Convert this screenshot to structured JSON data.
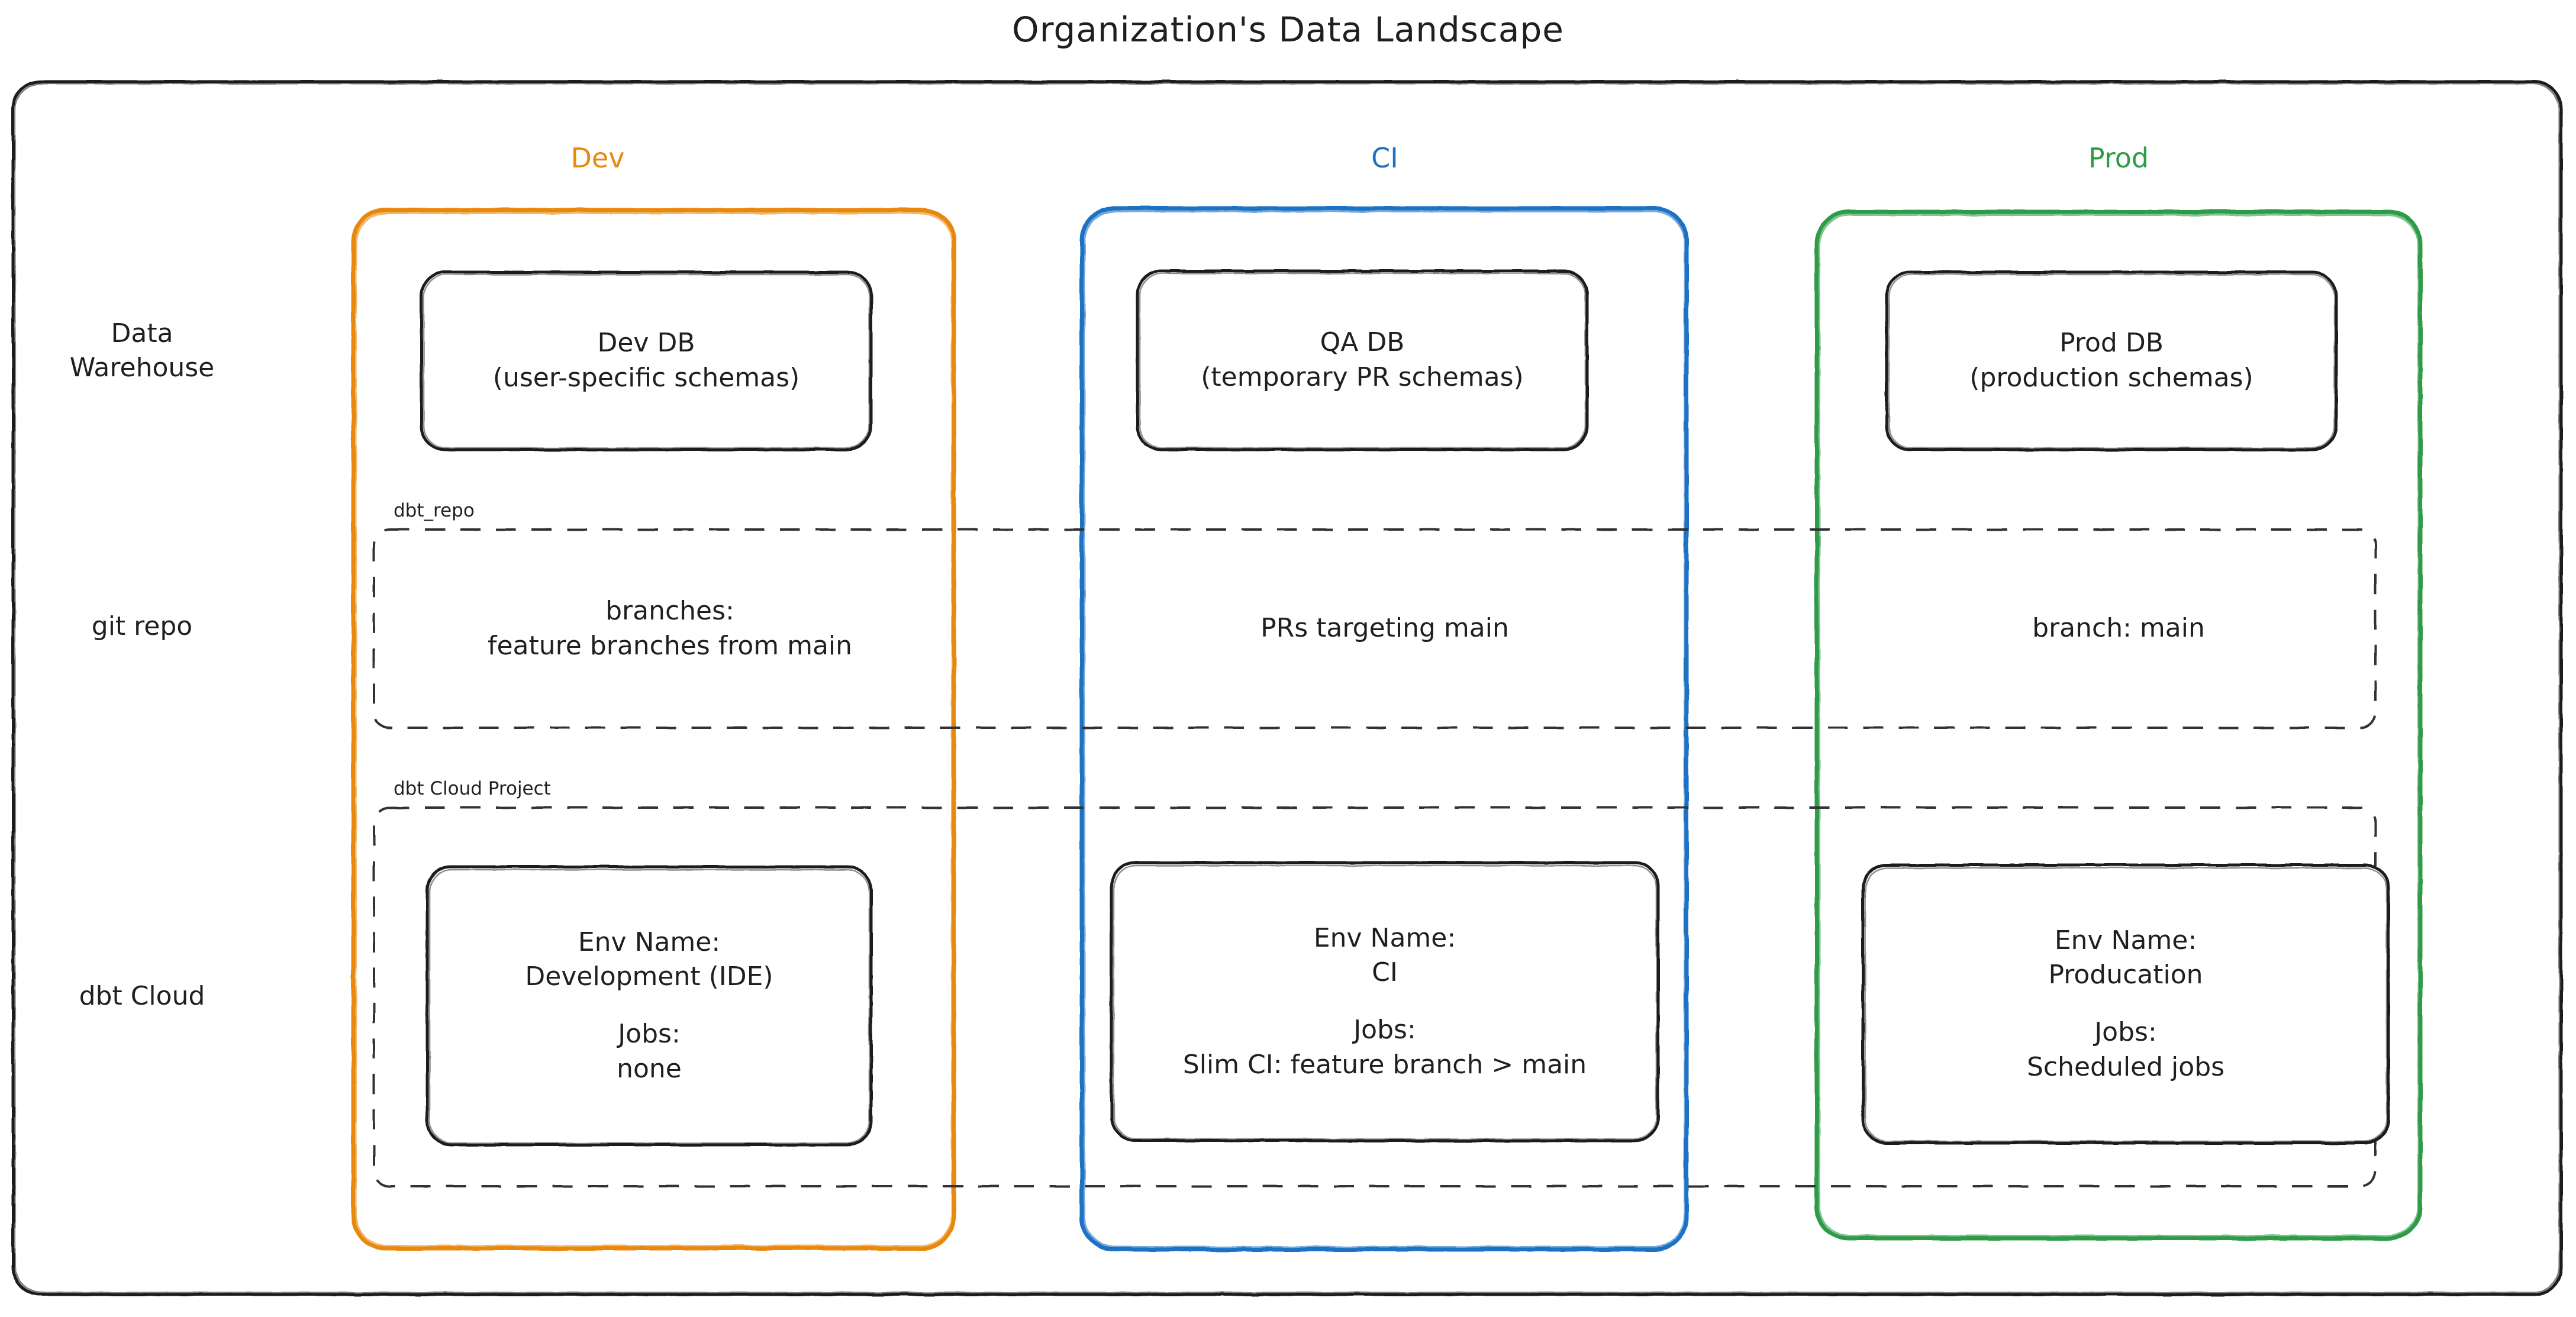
{
  "title": "Organization's Data Landscape",
  "colors": {
    "dev": "#E8890C",
    "ci": "#1C72C4",
    "prod": "#2E9B47",
    "outline": "#1f1f1f",
    "dashed": "#333333",
    "background": "#ffffff"
  },
  "columns": [
    {
      "id": "dev",
      "label": "Dev",
      "color": "#E8890C"
    },
    {
      "id": "ci",
      "label": "CI",
      "color": "#1C72C4"
    },
    {
      "id": "prod",
      "label": "Prod",
      "color": "#2E9B47"
    }
  ],
  "rows": [
    {
      "id": "data-warehouse",
      "label": "Data\nWarehouse"
    },
    {
      "id": "git-repo",
      "label": "git repo"
    },
    {
      "id": "dbt-cloud",
      "label": "dbt Cloud"
    }
  ],
  "groups": {
    "git_repo": {
      "label": "dbt_repo"
    },
    "dbt_cloud": {
      "label": "dbt Cloud Project"
    }
  },
  "cells": {
    "warehouse": {
      "dev": {
        "line1": "Dev DB",
        "line2": "(user-specific schemas)"
      },
      "ci": {
        "line1": "QA DB",
        "line2": "(temporary PR schemas)"
      },
      "prod": {
        "line1": "Prod DB",
        "line2": "(production schemas)"
      }
    },
    "git": {
      "dev": {
        "line1": "branches:",
        "line2": "feature branches from main"
      },
      "ci": {
        "line1": "PRs targeting main",
        "line2": ""
      },
      "prod": {
        "line1": "branch: main",
        "line2": ""
      }
    },
    "dbtcloud": {
      "dev": {
        "env_label": "Env Name:",
        "env_value": "Development (IDE)",
        "jobs_label": "Jobs:",
        "jobs_value": "none"
      },
      "ci": {
        "env_label": "Env Name:",
        "env_value": "CI",
        "jobs_label": "Jobs:",
        "jobs_value": "Slim CI: feature branch > main"
      },
      "prod": {
        "env_label": "Env Name:",
        "env_value": "Producation",
        "jobs_label": "Jobs:",
        "jobs_value": "Scheduled jobs"
      }
    }
  }
}
